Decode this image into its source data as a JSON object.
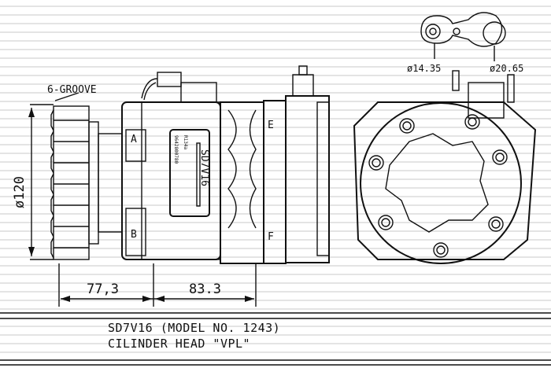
{
  "drawing": {
    "groove_label": "6-GROOVE",
    "diameter_label": "ø120",
    "dim_left": "77,3",
    "dim_right": "83.3",
    "port_small": "ø14.35",
    "port_large": "ø20.65",
    "marker_a": "A",
    "marker_b": "B",
    "marker_e": "E",
    "marker_f": "F",
    "nameplate": {
      "model": "SD7V16",
      "refrigerant": "R134a",
      "part_number": "9642800780"
    }
  },
  "caption": {
    "line1": "SD7V16 (MODEL NO. 1243)",
    "line2": "CILINDER HEAD \"VPL\""
  }
}
